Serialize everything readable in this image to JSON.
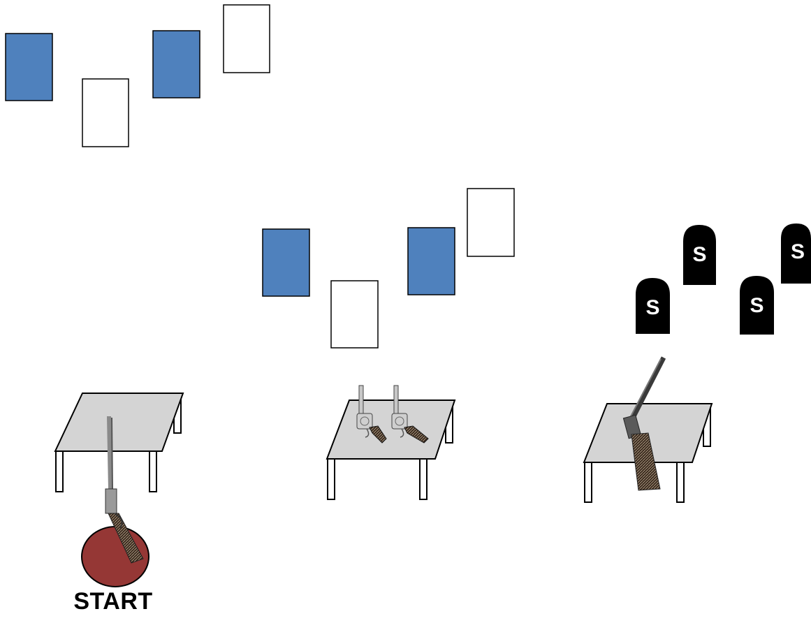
{
  "colors": {
    "blue_target": "#4f81bd",
    "white_target": "#ffffff",
    "outline": "#000000",
    "table_top": "#d4d4d4",
    "start_circle": "#953735",
    "steel_plate": "#000000",
    "plate_letter": "#ffffff"
  },
  "stage_1": {
    "targets": [
      "blue",
      "white",
      "blue",
      "white"
    ],
    "table": {
      "weapon": "rifle-icon"
    },
    "start": {
      "label": "START"
    }
  },
  "stage_2": {
    "targets": [
      "blue",
      "white",
      "blue",
      "white"
    ],
    "table": {
      "weapons": [
        "revolver-icon",
        "revolver-icon"
      ]
    }
  },
  "stage_3": {
    "steel_plates": [
      "S",
      "S",
      "S",
      "S"
    ],
    "table": {
      "weapon": "shotgun-icon"
    }
  }
}
